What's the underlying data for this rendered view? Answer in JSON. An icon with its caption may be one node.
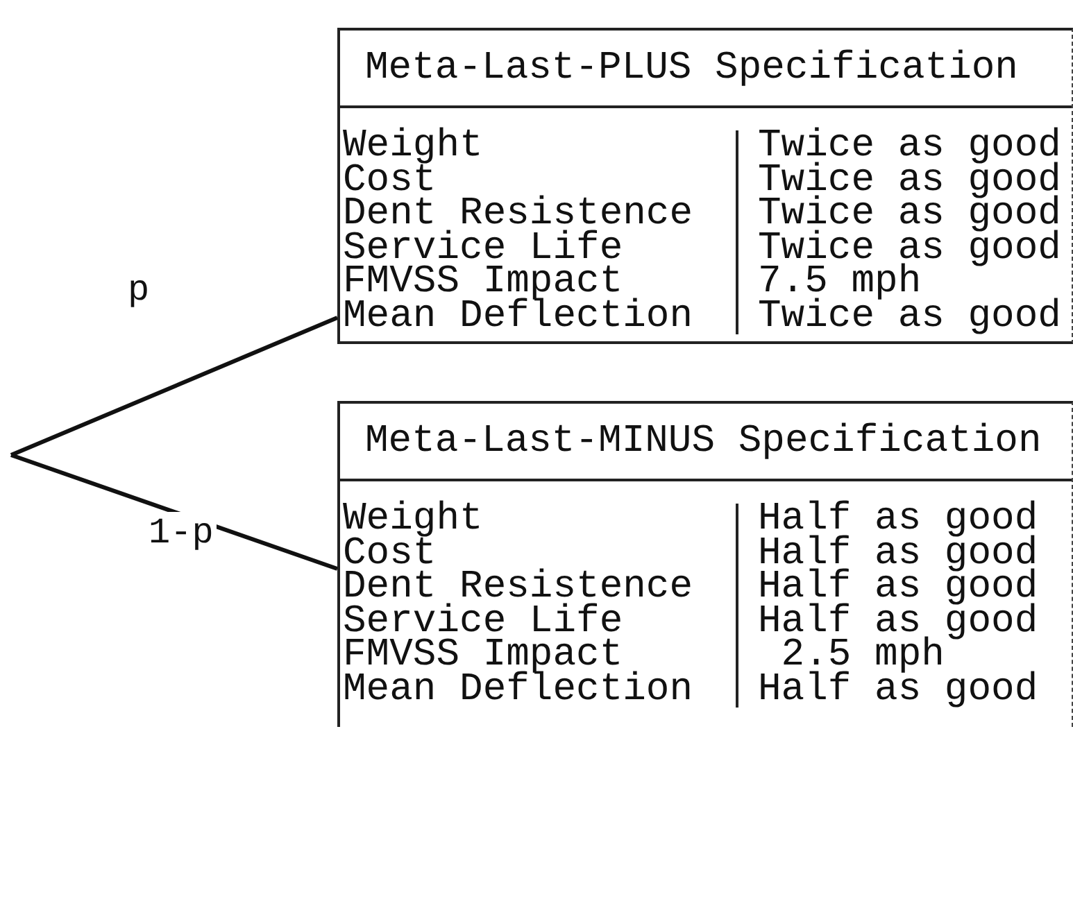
{
  "diagram": {
    "nodes": [
      {
        "text": [
          "Meta-Last-PLUS Specification",
          "Weight",
          "Twice as good",
          "Cost",
          "Twice as good",
          "Dent Resistence",
          "Twice as good",
          "Service Life",
          "Twice as good",
          "FMVSS Impact",
          "7.5 mph",
          "Mean Deflection",
          "Twice as good"
        ]
      },
      {
        "text": [
          "Meta-Last-MINUS Specification",
          "Weight",
          "Half as good",
          "Cost",
          "Half as good",
          "Dent Resistence",
          "Half as good",
          "Service Life",
          "Half as good",
          "FMVSS Impact",
          " 2.5 mph",
          "Mean Deflection",
          "Half as good"
        ]
      }
    ],
    "edges": [
      {
        "from": null,
        "to": 0,
        "arrow": "none",
        "label": "p"
      },
      {
        "from": null,
        "to": 1,
        "arrow": "none",
        "label": "1-p"
      }
    ]
  }
}
